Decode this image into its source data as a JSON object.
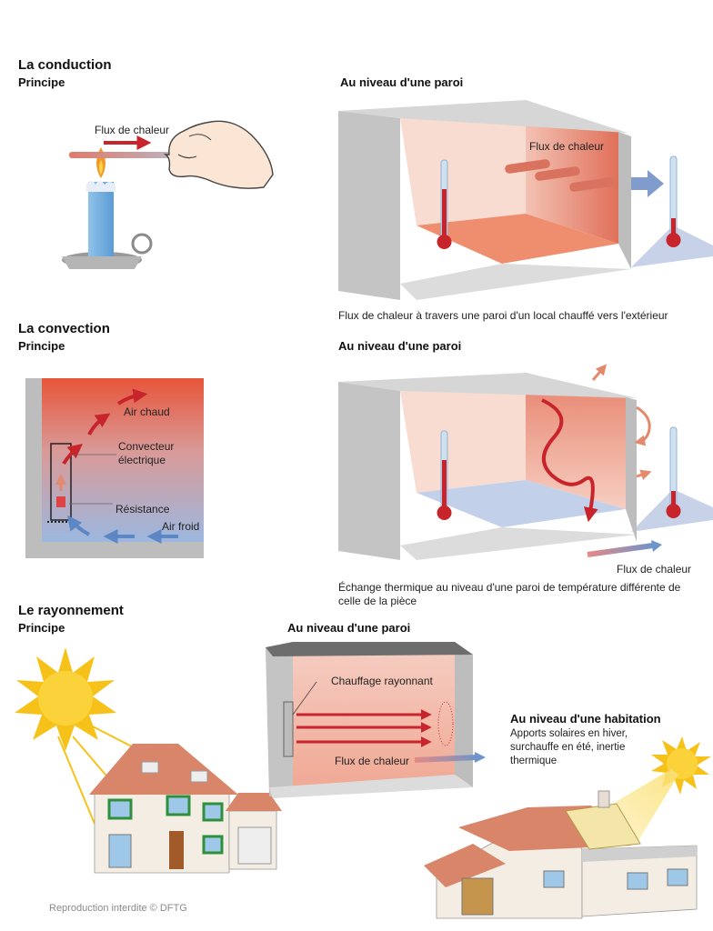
{
  "sections": {
    "conduction": {
      "title": "La conduction",
      "principle": "Principe",
      "flux_label": "Flux de chaleur",
      "wall_title": "Au niveau d'une paroi",
      "wall_flux_label": "Flux de chaleur",
      "caption": "Flux de chaleur à travers une paroi d'un local chauffé vers l'extérieur"
    },
    "convection": {
      "title": "La convection",
      "principle": "Principe",
      "warm_air": "Air chaud",
      "convector_line1": "Convecteur",
      "convector_line2": "électrique",
      "resistance": "Résistance",
      "cold_air": "Air froid",
      "wall_title": "Au niveau d'une paroi",
      "wall_flux_label": "Flux de chaleur",
      "caption_line1": "Échange thermique au niveau d'une paroi de température différente de",
      "caption_line2": "celle de la pièce"
    },
    "radiation": {
      "title": "Le rayonnement",
      "principle": "Principe",
      "wall_title": "Au niveau d'une paroi",
      "radiant_heating": "Chauffage rayonnant",
      "flux_label": "Flux de chaleur",
      "house_title": "Au niveau d'une habitation",
      "house_text_line1": "Apports solaires en hiver,",
      "house_text_line2": "surchauffe en été, inertie",
      "house_text_line3": "thermique"
    }
  },
  "watermark": "Reproduction interdite © DFTG",
  "colors": {
    "heat_red": "#c8242b",
    "warm_pink": "#f6d3c4",
    "floor_salmon": "#ee8e6e",
    "cold_blue": "#b9c9e6",
    "wall_grey": "#bdbdbd",
    "sun_yellow": "#f6c21a"
  }
}
